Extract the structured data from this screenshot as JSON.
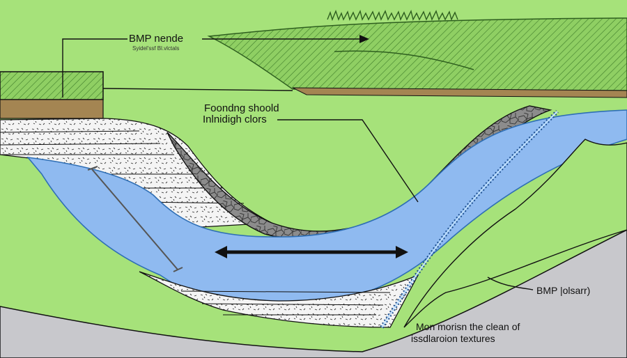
{
  "labels": {
    "title": "BMP nende",
    "subtitle": "Syidel'ssf Bl.vlctals",
    "foundation_line1": "Foondng shoold",
    "foundation_line2": "Inlnidigh clors",
    "bmp_label": "BMP |olsarr)",
    "note_line1": "Mon morisn the clean of",
    "note_line2": "issdlaroion textures"
  },
  "colors": {
    "grass": "#a6e27a",
    "hatched_grass": "#8fcf63",
    "water": "#8fbaf0",
    "water_edge": "#2f6fb5",
    "soil": "#a48552",
    "gravel": "#f4f4f4",
    "stone": "#8c8c8c",
    "bedrock": "#c8c8cc",
    "line": "#111111"
  }
}
